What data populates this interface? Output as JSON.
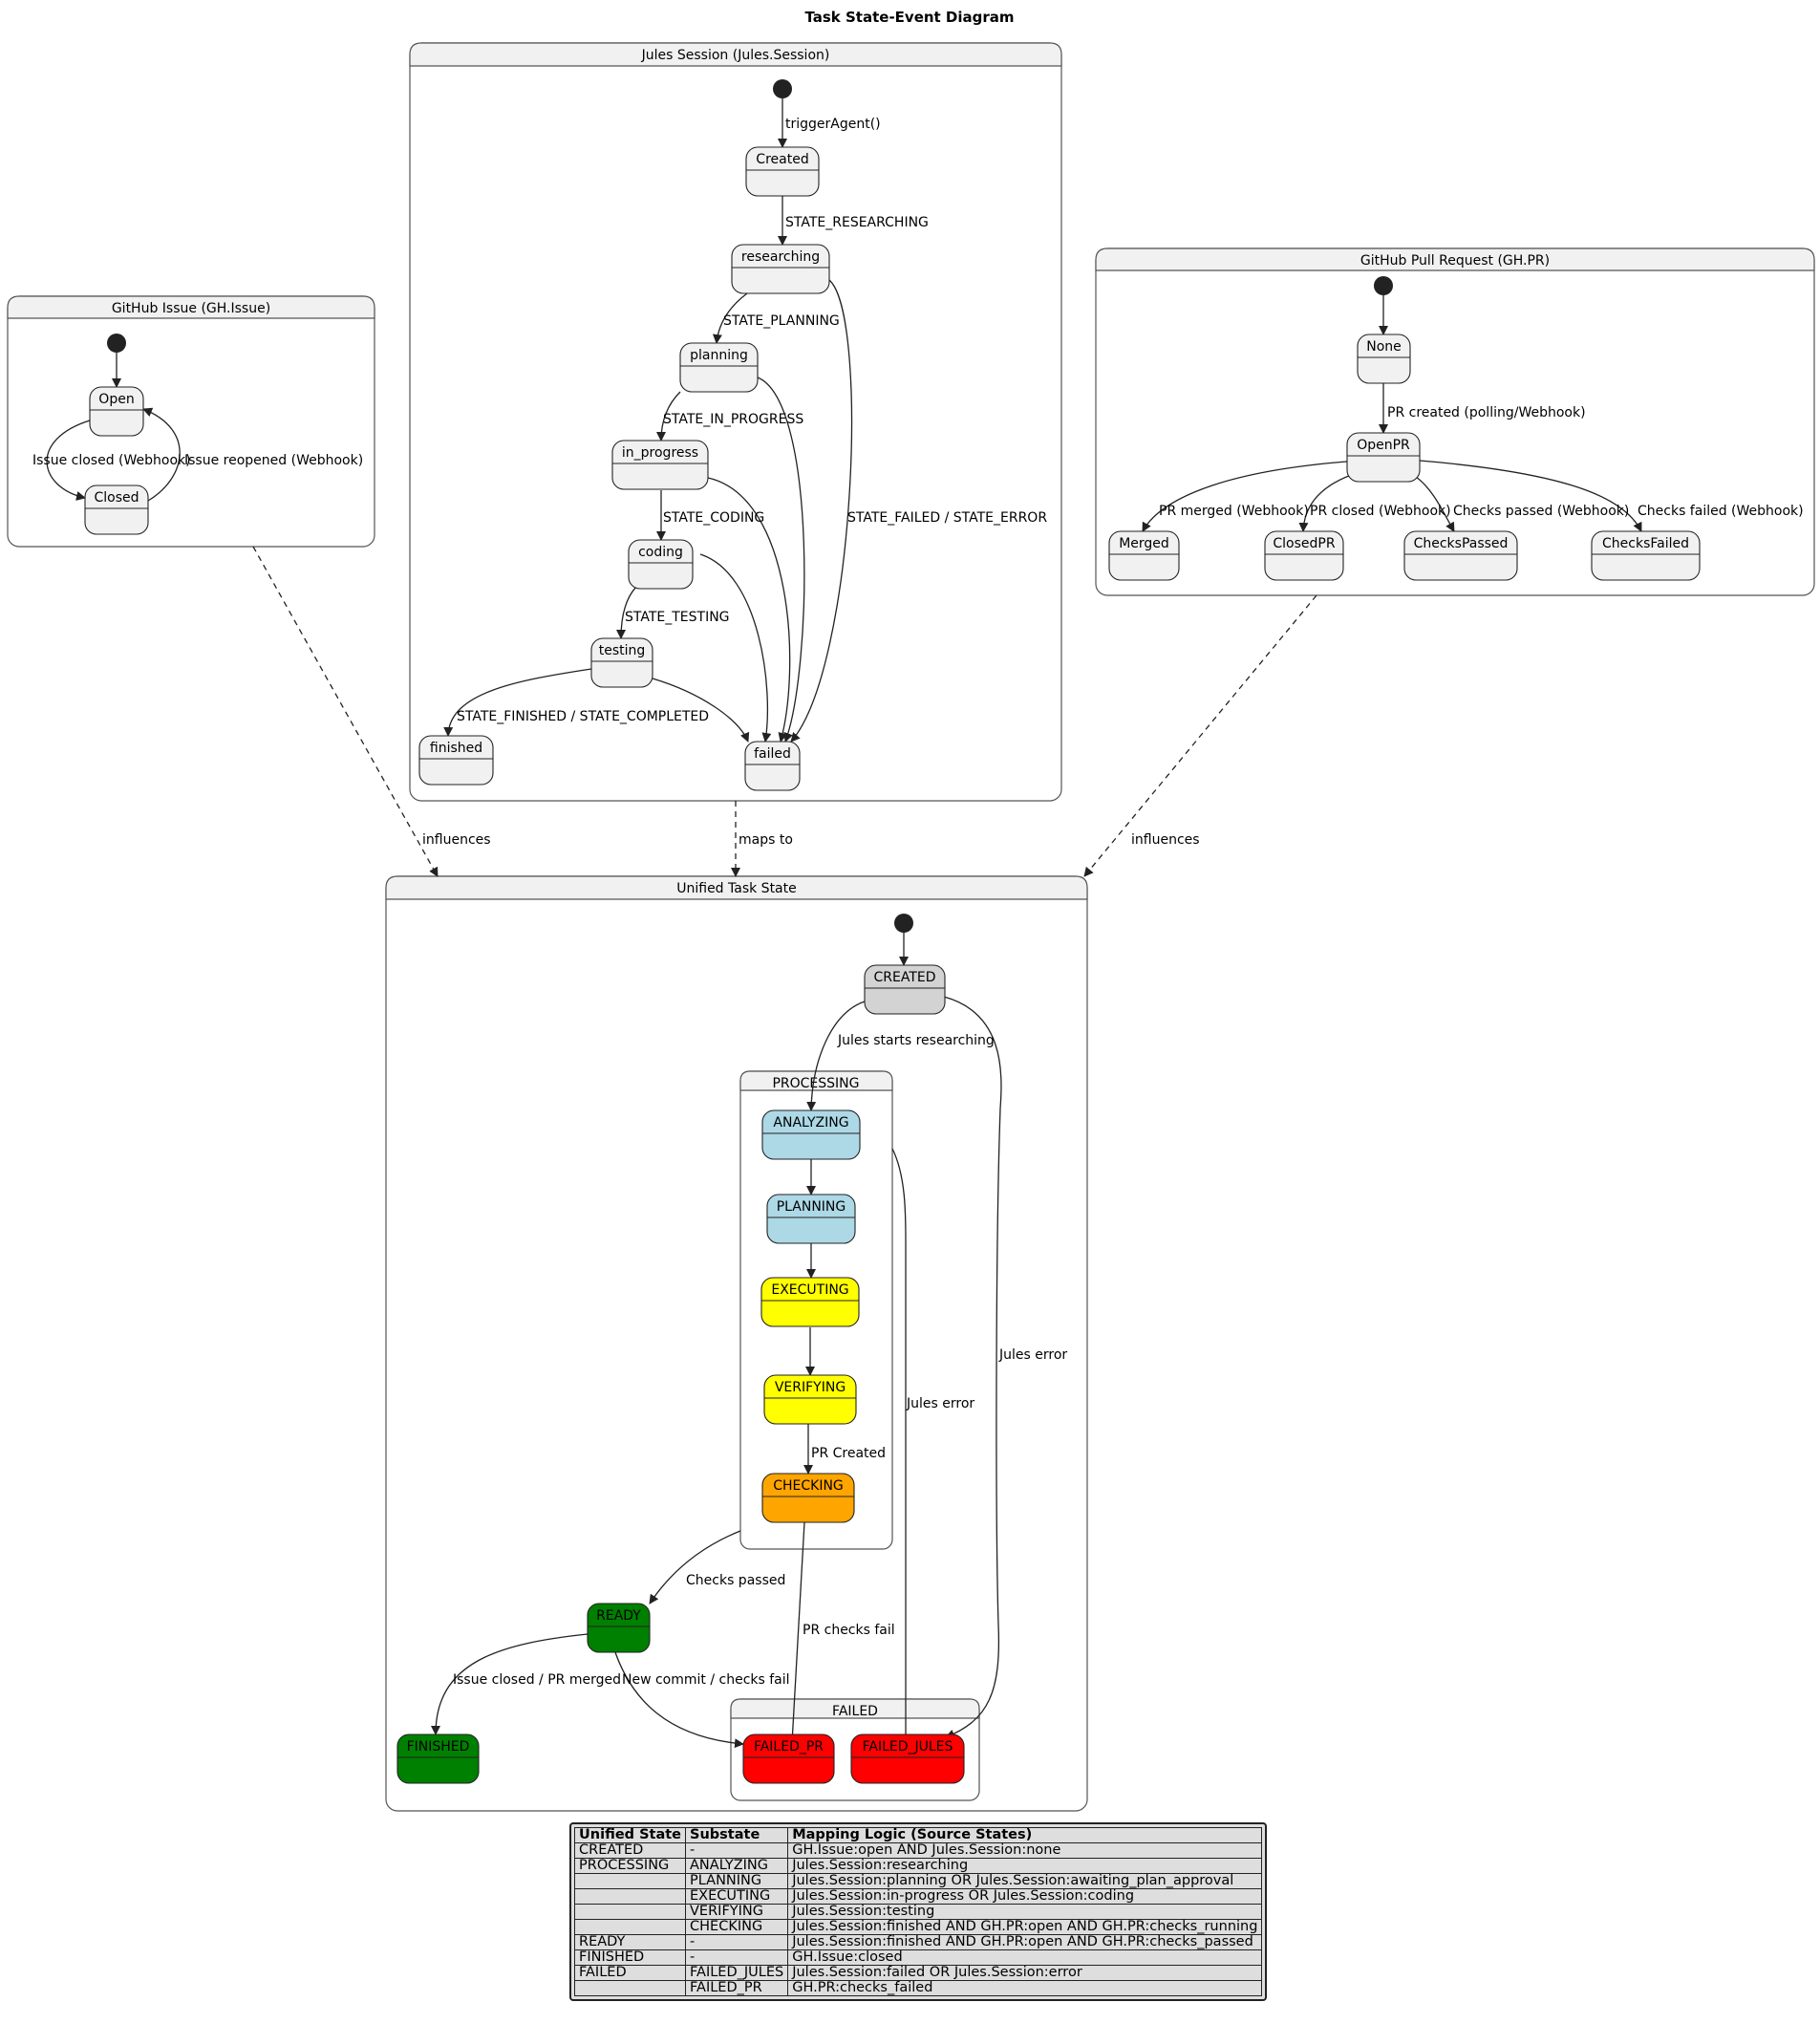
{
  "title": "Task State-Event Diagram",
  "clusters": {
    "gh_issue": "GitHub Issue (GH.Issue)",
    "jules": "Jules Session (Jules.Session)",
    "gh_pr": "GitHub Pull Request (GH.PR)",
    "unified": "Unified Task State",
    "processing": "PROCESSING",
    "failed": "FAILED"
  },
  "states": {
    "open": "Open",
    "closed": "Closed",
    "created": "Created",
    "researching": "researching",
    "planning": "planning",
    "in_progress": "in_progress",
    "coding": "coding",
    "testing": "testing",
    "finished": "finished",
    "failed": "failed",
    "none": "None",
    "openpr": "OpenPR",
    "merged": "Merged",
    "closedpr": "ClosedPR",
    "checkspassed": "ChecksPassed",
    "checksfailed": "ChecksFailed",
    "u_created": "CREATED",
    "analyzing": "ANALYZING",
    "u_planning": "PLANNING",
    "executing": "EXECUTING",
    "verifying": "VERIFYING",
    "checking": "CHECKING",
    "ready": "READY",
    "u_finished": "FINISHED",
    "failed_pr": "FAILED_PR",
    "failed_jules": "FAILED_JULES"
  },
  "edges": {
    "issue_closed": "Issue closed (Webhook)",
    "issue_reopened": "Issue reopened (Webhook)",
    "trigger": "triggerAgent()",
    "state_researching": "STATE_RESEARCHING",
    "state_planning": "STATE_PLANNING",
    "state_in_progress": "STATE_IN_PROGRESS",
    "state_coding": "STATE_CODING",
    "state_testing": "STATE_TESTING",
    "state_finished": "STATE_FINISHED / STATE_COMPLETED",
    "state_failed": "STATE_FAILED / STATE_ERROR",
    "pr_created": "PR created (polling/Webhook)",
    "pr_merged": "PR merged (Webhook)",
    "pr_closed": "PR closed (Webhook)",
    "checks_passed_wh": "Checks passed (Webhook)",
    "checks_failed_wh": "Checks failed (Webhook)",
    "influences_issue": "influences",
    "maps_to": "maps to",
    "influences_pr": "influences",
    "jules_starts": "Jules starts researching",
    "pr_created_u": "PR Created",
    "checks_passed_u": "Checks passed",
    "pr_checks_fail": "PR checks fail",
    "jules_error_1": "Jules error",
    "jules_error_2": "Jules error",
    "issue_closed_pr_merged": "Issue closed / PR merged",
    "new_commit": "New commit / checks fail"
  },
  "colors": {
    "default": "#f1f1f1",
    "created": "#d3d3d3",
    "analysis": "#add8e6",
    "execution": "#ffff00",
    "checking": "#ffa500",
    "success": "#008000",
    "failure": "#ff0000"
  },
  "legend": {
    "headers": [
      "Unified State",
      "Substate",
      "Mapping Logic (Source States)"
    ],
    "rows": [
      [
        "CREATED",
        "-",
        "GH.Issue:open AND Jules.Session:none"
      ],
      [
        "PROCESSING",
        "ANALYZING",
        "Jules.Session:researching"
      ],
      [
        "",
        "PLANNING",
        "Jules.Session:planning OR Jules.Session:awaiting_plan_approval"
      ],
      [
        "",
        "EXECUTING",
        "Jules.Session:in-progress OR Jules.Session:coding"
      ],
      [
        "",
        "VERIFYING",
        "Jules.Session:testing"
      ],
      [
        "",
        "CHECKING",
        "Jules.Session:finished AND GH.PR:open AND GH.PR:checks_running"
      ],
      [
        "READY",
        "-",
        "Jules.Session:finished AND GH.PR:open AND GH.PR:checks_passed"
      ],
      [
        "FINISHED",
        "-",
        "GH.Issue:closed"
      ],
      [
        "FAILED",
        "FAILED_JULES",
        "Jules.Session:failed OR Jules.Session:error"
      ],
      [
        "",
        "FAILED_PR",
        "GH.PR:checks_failed"
      ]
    ]
  }
}
